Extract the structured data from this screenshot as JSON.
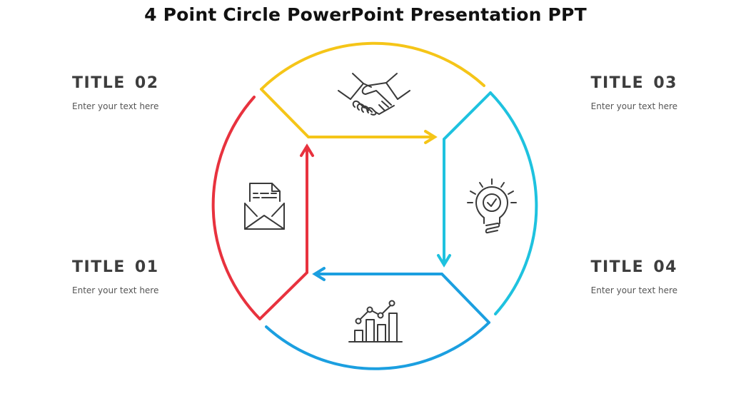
{
  "slide": {
    "title": "4 Point Circle PowerPoint Presentation PPT"
  },
  "points": [
    {
      "id": "01",
      "title": "TITLE  01",
      "description": "Enter your text here",
      "color": "#E8323E",
      "icon": "envelope-letter-icon",
      "position": "left-bottom"
    },
    {
      "id": "02",
      "title": "TITLE  02",
      "description": "Enter your text here",
      "color": "#F5C518",
      "icon": "handshake-icon",
      "position": "left-top"
    },
    {
      "id": "03",
      "title": "TITLE  03",
      "description": "Enter your text here",
      "color": "#1EC2DF",
      "icon": "lightbulb-check-icon",
      "position": "right-top"
    },
    {
      "id": "04",
      "title": "TITLE  04",
      "description": "Enter your text here",
      "color": "#1B9FE0",
      "icon": "bar-line-chart-icon",
      "position": "right-bottom"
    }
  ],
  "colors": {
    "icon_stroke": "#3a3a3a",
    "title_text": "#3d3d3d",
    "body_text": "#555555"
  }
}
